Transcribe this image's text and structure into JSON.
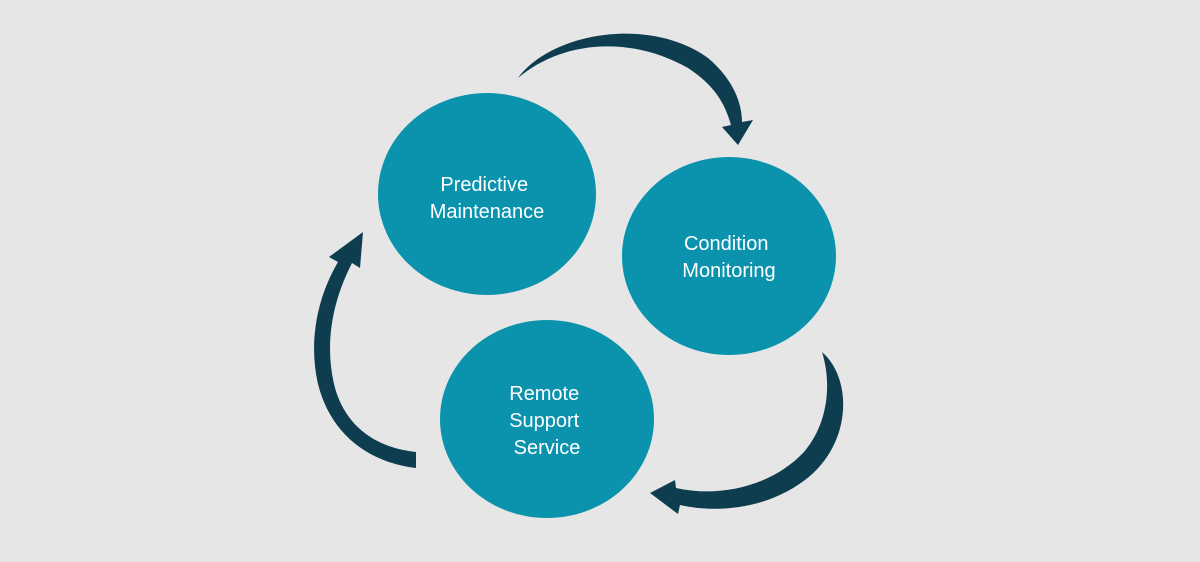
{
  "colors": {
    "background": "#e6e6e6",
    "node_fill": "#0b93ad",
    "arrow_fill": "#0e3d50",
    "label_text": "#ffffff"
  },
  "nodes": [
    {
      "id": "predictive-maintenance",
      "lines": [
        "Predictive",
        "Maintenance"
      ]
    },
    {
      "id": "condition-monitoring",
      "lines": [
        "Condition",
        "Monitoring"
      ]
    },
    {
      "id": "remote-support-service",
      "lines": [
        "Remote",
        "Support",
        "Service"
      ]
    }
  ],
  "cycle": [
    {
      "from": "predictive-maintenance",
      "to": "condition-monitoring"
    },
    {
      "from": "condition-monitoring",
      "to": "remote-support-service"
    },
    {
      "from": "remote-support-service",
      "to": "predictive-maintenance"
    }
  ]
}
